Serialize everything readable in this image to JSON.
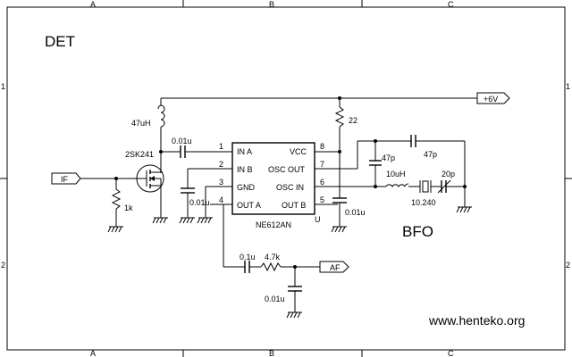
{
  "frame": {
    "columns_top": [
      "A",
      "B",
      "C"
    ],
    "columns_bottom": [
      "A",
      "B",
      "C"
    ],
    "rows_left": [
      "1",
      "2"
    ],
    "rows_right": [
      "1",
      "2"
    ]
  },
  "titles": {
    "section": "DET",
    "bfo": "BFO",
    "website": "www.henteko.org"
  },
  "ic": {
    "name": "NE612AN",
    "unit_mark": "U",
    "pins": [
      {
        "num": "1",
        "name": "IN A"
      },
      {
        "num": "2",
        "name": "IN B"
      },
      {
        "num": "3",
        "name": "GND"
      },
      {
        "num": "4",
        "name": "OUT A"
      },
      {
        "num": "8",
        "name": "VCC"
      },
      {
        "num": "7",
        "name": "OSC OUT"
      },
      {
        "num": "6",
        "name": "OSC IN"
      },
      {
        "num": "5",
        "name": "OUT B"
      }
    ]
  },
  "ports": {
    "if_in": "IF",
    "af_out": "AF",
    "supply": "+6V"
  },
  "components": {
    "l1": "47uH",
    "q1": "2SK241",
    "c_in": "0.01u",
    "r_gate": "1k",
    "c_inb": "0.01u",
    "r_vcc": "22",
    "c_vcc": "0.01u",
    "c_osc": "47p",
    "c_fb": "47p",
    "l_osc": "10uH",
    "xtal": "10.240",
    "c_trim": "20p",
    "c_out": "0.1u",
    "r_out": "4.7k",
    "c_af": "0.01u"
  }
}
